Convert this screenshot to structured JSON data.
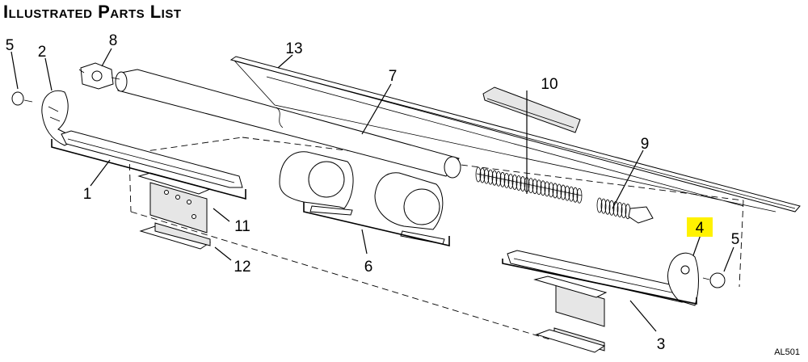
{
  "title": "Illustrated Parts List",
  "doc_code": "AL501",
  "highlight_color": "#fff200",
  "callouts": {
    "c1": "1",
    "c2": "2",
    "c3": "3",
    "c4": "4",
    "c5a": "5",
    "c5b": "5",
    "c6": "6",
    "c7": "7",
    "c8": "8",
    "c9": "9",
    "c10": "10",
    "c11": "11",
    "c12": "12",
    "c13": "13"
  }
}
